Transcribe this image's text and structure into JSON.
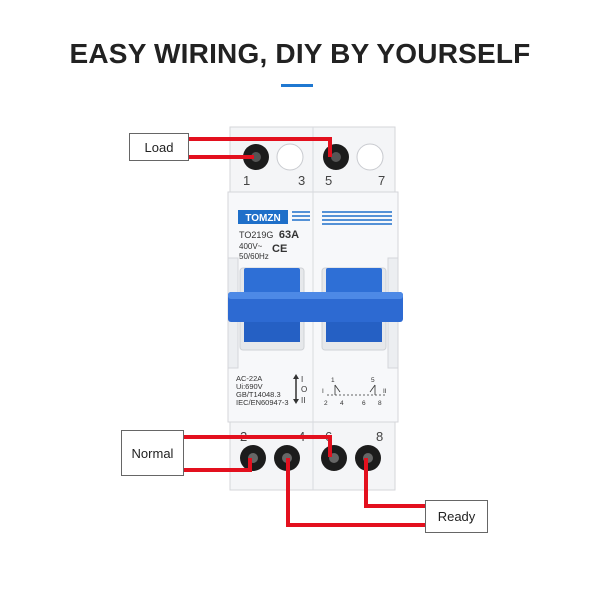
{
  "header": {
    "title": "EASY WIRING, DIY BY YOURSELF"
  },
  "colors": {
    "accent": "#1f78d1",
    "wire": "#e3101e",
    "breaker_body": "#f2f3f5",
    "handle": "#2e6fd6"
  },
  "callouts": {
    "load": "Load",
    "normal": "Normal",
    "ready": "Ready"
  },
  "device": {
    "brand": "TOMZN",
    "model": "TO219G",
    "rating": "63A",
    "voltage": "400V~",
    "frequency": "50/60Hz",
    "ce_mark": "CE",
    "specs": [
      "AC-22A",
      "Ui:690V",
      "GB/T14048.3",
      "IEC/EN60947-3"
    ],
    "switch_positions": {
      "i": "I",
      "o": "O",
      "ii": "II"
    },
    "schematic": {
      "left": "I",
      "right": "II",
      "top_left": "1",
      "top_right": "5",
      "bottom": [
        "2",
        "4",
        "6",
        "8"
      ]
    },
    "top_terminals": [
      "1",
      "3",
      "5",
      "7"
    ],
    "bottom_terminals": [
      "2",
      "4",
      "6",
      "8"
    ]
  }
}
